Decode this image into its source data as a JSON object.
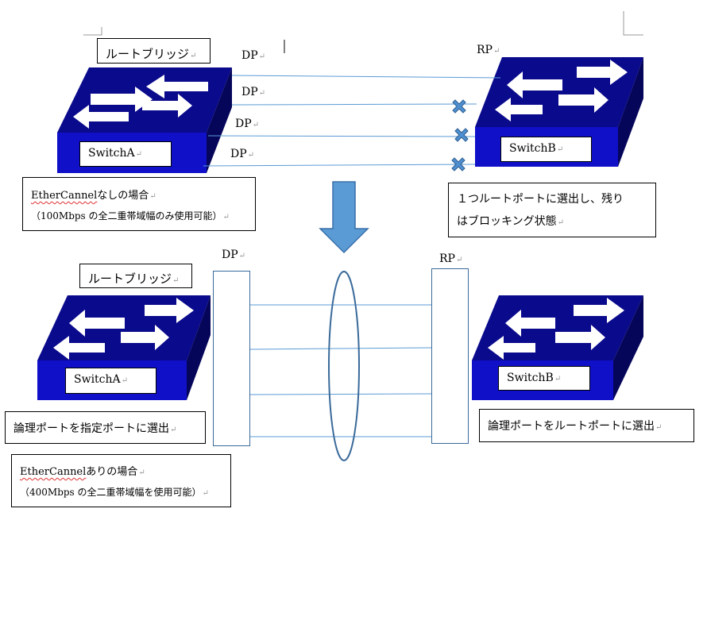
{
  "top": {
    "root_bridge_label": "ルートブリッジ",
    "switch_a": "SwitchA",
    "switch_b": "SwitchB",
    "dp_labels": [
      "DP",
      "DP",
      "DP",
      "DP"
    ],
    "rp_label": "RP",
    "note_left_line1_brand": "EtherCannel",
    "note_left_line1_rest": "なしの場合",
    "note_left_line2": "（100Mbps の全二重帯域幅のみ使用可能）",
    "note_right_line1": "１つルートポートに選出し、残り",
    "note_right_line2": "はブロッキング状態"
  },
  "bottom": {
    "root_bridge_label": "ルートブリッジ",
    "switch_a": "SwitchA",
    "switch_b": "SwitchB",
    "dp_label": "DP",
    "rp_label": "RP",
    "note_left": "論理ポートを指定ポートに選出",
    "note_right": "論理ポートをルートポートに選出",
    "note_bottom_line1_brand": "EtherCannel",
    "note_bottom_line1_rest": "ありの場合",
    "note_bottom_line2": "（400Mbps の全二重帯域幅を使用可能）"
  },
  "paragraph_mark": "↵",
  "colors": {
    "switch_top": "#0a0a8c",
    "switch_front": "#1010c8",
    "switch_side": "#05055a",
    "link_line": "#5b9bd5",
    "blocked_mark": "#4f8fd0",
    "down_arrow": "#5b9bd5",
    "bundle_outline": "#3a6a9a"
  }
}
